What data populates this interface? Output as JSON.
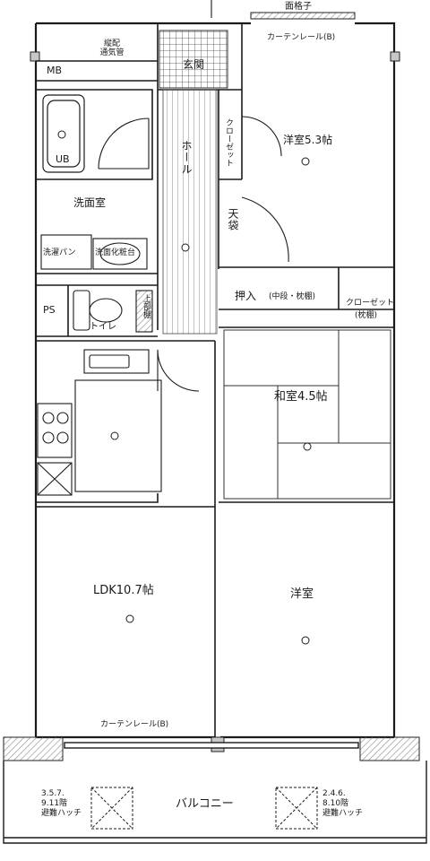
{
  "labels": {
    "top_window": "面格子",
    "curtain_rail_top": "カーテンレール(B)",
    "pipe_space_top": "縦配\n通気管",
    "entrance": "玄関",
    "mb": "MB",
    "ub": "UB",
    "hall": "ホール",
    "closet_1": "クローゼット",
    "western_room_1": "洋室5.3帖",
    "tenbukuro": "天袋",
    "washroom": "洗面室",
    "washer_pan": "洗濯パン",
    "vanity": "洗面化粧台",
    "ps": "PS",
    "toilet": "トイレ",
    "toilet_shelf": "上部棚",
    "oshiire": "押入",
    "oshiire_note": "(中段・枕棚)",
    "closet_2": "クローゼット",
    "closet_2_note": "(枕棚)",
    "japanese_room": "和室4.5帖",
    "ldk": "LDK10.7帖",
    "western_room_2": "洋室",
    "curtain_rail_bottom": "カーテンレール(B)",
    "balcony": "バルコニー",
    "evac_left": "3.5.7.\n9.11階\n避難ハッチ",
    "evac_right": "2.4.6.\n8.10階\n避難ハッチ"
  },
  "colors": {
    "line": "#1a1a1a",
    "hatch": "#9a9a9a",
    "pillar": "#c8c8c8"
  }
}
